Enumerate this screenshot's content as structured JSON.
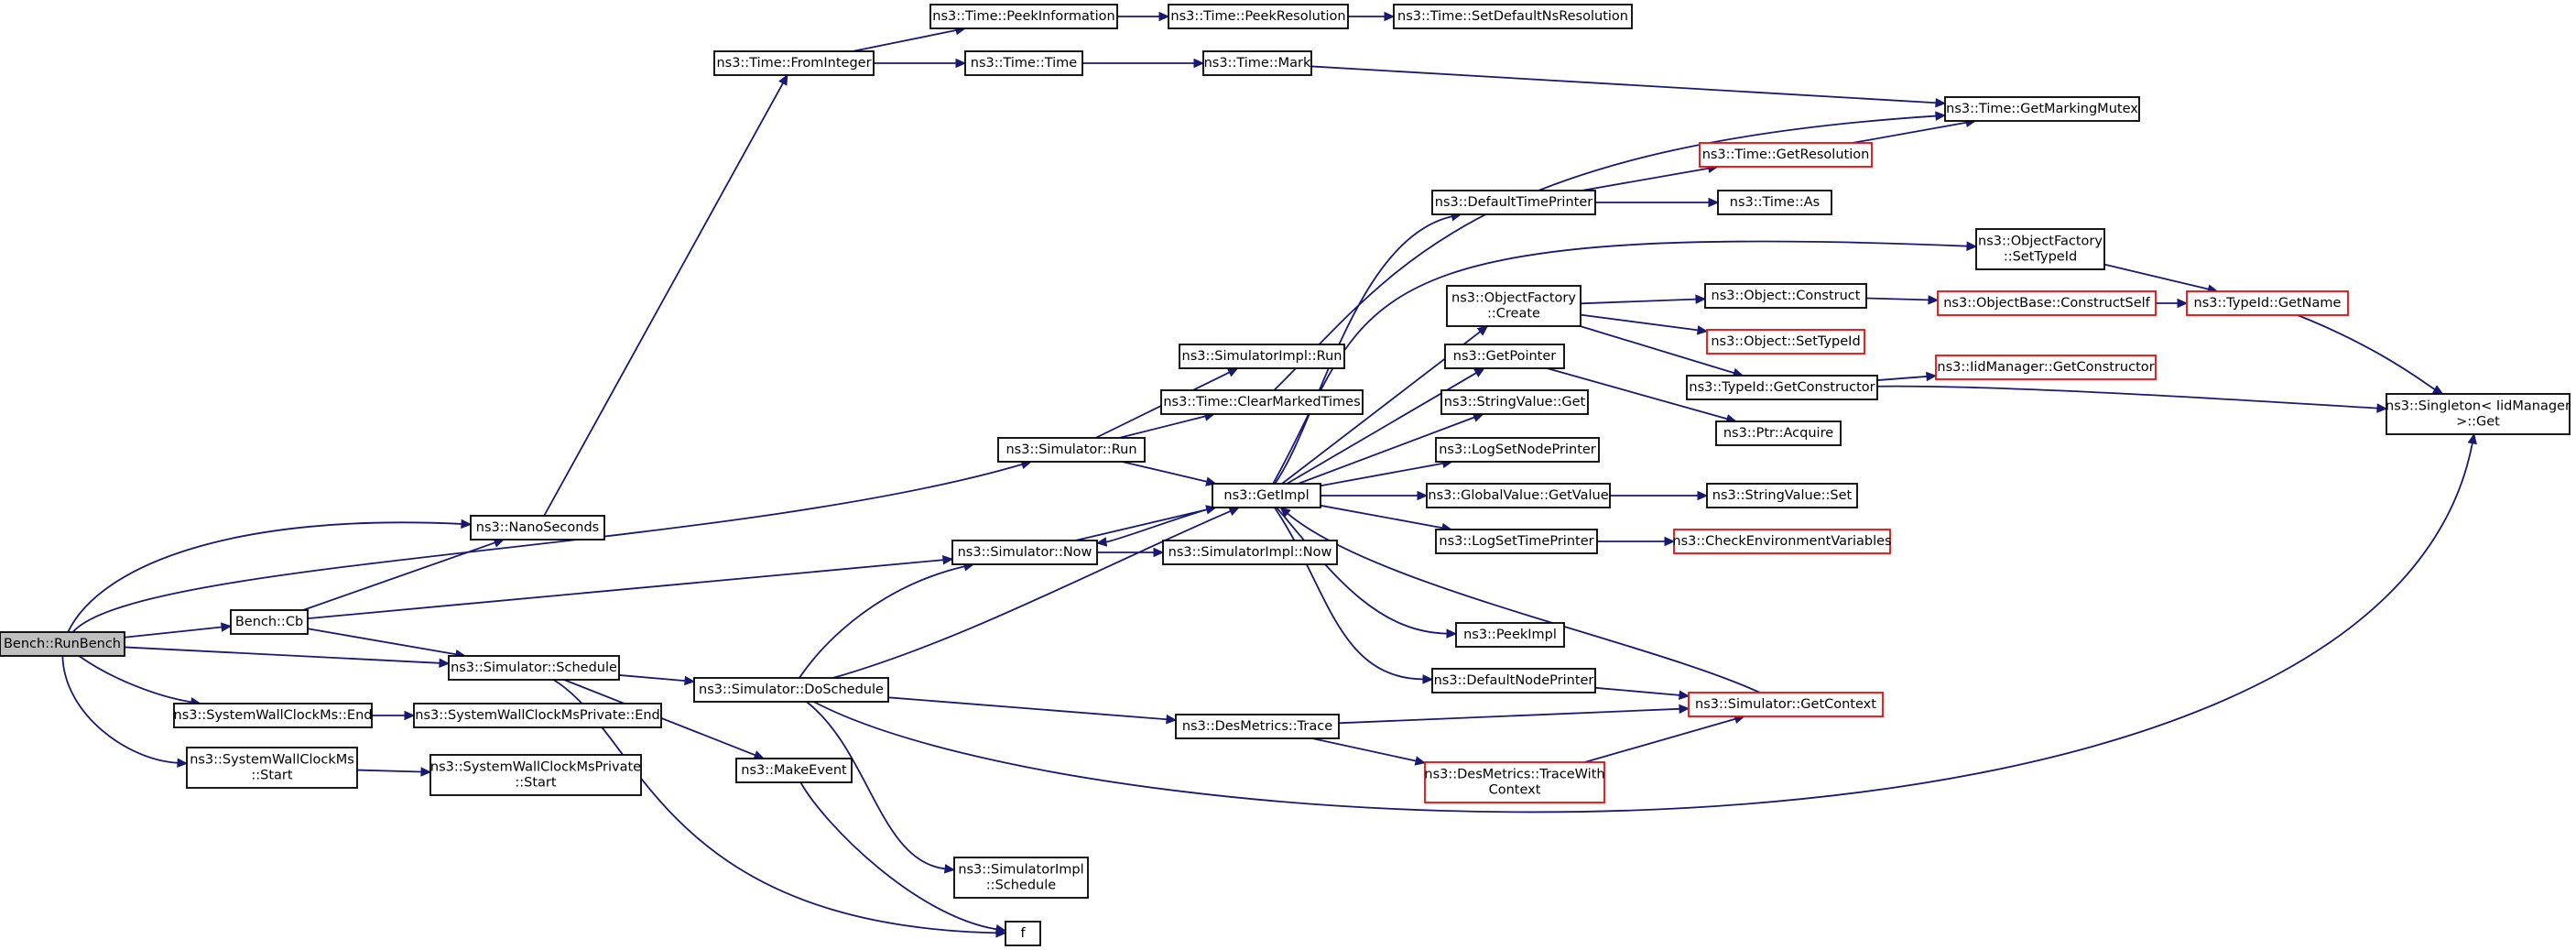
{
  "diagram": {
    "nodes": [
      {
        "id": "runbench",
        "lines": [
          "Bench::RunBench"
        ],
        "variant": "root"
      },
      {
        "id": "cb",
        "lines": [
          "Bench::Cb"
        ]
      },
      {
        "id": "nanoseconds",
        "lines": [
          "ns3::NanoSeconds"
        ]
      },
      {
        "id": "frominteger",
        "lines": [
          "ns3::Time::FromInteger"
        ]
      },
      {
        "id": "peekinformation",
        "lines": [
          "ns3::Time::PeekInformation"
        ]
      },
      {
        "id": "peekresolution",
        "lines": [
          "ns3::Time::PeekResolution"
        ]
      },
      {
        "id": "setdefaultns",
        "lines": [
          "ns3::Time::SetDefaultNsResolution"
        ]
      },
      {
        "id": "timetime",
        "lines": [
          "ns3::Time::Time"
        ]
      },
      {
        "id": "timemark",
        "lines": [
          "ns3::Time::Mark"
        ]
      },
      {
        "id": "getmarkingmutex",
        "lines": [
          "ns3::Time::GetMarkingMutex"
        ]
      },
      {
        "id": "getresolution",
        "lines": [
          "ns3::Time::GetResolution"
        ],
        "variant": "red"
      },
      {
        "id": "timeas",
        "lines": [
          "ns3::Time::As"
        ]
      },
      {
        "id": "defaulttimeprinter",
        "lines": [
          "ns3::DefaultTimePrinter"
        ]
      },
      {
        "id": "ofsettypeid",
        "lines": [
          "ns3::ObjectFactory",
          "::SetTypeId"
        ]
      },
      {
        "id": "ofcreate",
        "lines": [
          "ns3::ObjectFactory",
          "::Create"
        ]
      },
      {
        "id": "objconstruct",
        "lines": [
          "ns3::Object::Construct"
        ]
      },
      {
        "id": "constructself",
        "lines": [
          "ns3::ObjectBase::ConstructSelf"
        ],
        "variant": "red"
      },
      {
        "id": "typeidgetname",
        "lines": [
          "ns3::TypeId::GetName"
        ],
        "variant": "red"
      },
      {
        "id": "objsettypeid",
        "lines": [
          "ns3::Object::SetTypeId"
        ],
        "variant": "red"
      },
      {
        "id": "getconstructor",
        "lines": [
          "ns3::TypeId::GetConstructor"
        ]
      },
      {
        "id": "iidgetconstructor",
        "lines": [
          "ns3::IidManager::GetConstructor"
        ],
        "variant": "red"
      },
      {
        "id": "singletonget",
        "lines": [
          "ns3::Singleton< IidManager",
          " >::Get"
        ]
      },
      {
        "id": "getpointer",
        "lines": [
          "ns3::GetPointer"
        ]
      },
      {
        "id": "ptracquire",
        "lines": [
          "ns3::Ptr::Acquire"
        ]
      },
      {
        "id": "stringvalueget",
        "lines": [
          "ns3::StringValue::Get"
        ]
      },
      {
        "id": "logsetnodeprinter",
        "lines": [
          "ns3::LogSetNodePrinter"
        ]
      },
      {
        "id": "globalvaluegetvalue",
        "lines": [
          "ns3::GlobalValue::GetValue"
        ]
      },
      {
        "id": "stringvalueset",
        "lines": [
          "ns3::StringValue::Set"
        ]
      },
      {
        "id": "logsettimeprinter",
        "lines": [
          "ns3::LogSetTimePrinter"
        ]
      },
      {
        "id": "checkenv",
        "lines": [
          "ns3::CheckEnvironmentVariables"
        ],
        "variant": "red"
      },
      {
        "id": "peekimpl",
        "lines": [
          "ns3::PeekImpl"
        ]
      },
      {
        "id": "defaultnodeprinter",
        "lines": [
          "ns3::DefaultNodePrinter"
        ]
      },
      {
        "id": "simgetcontext",
        "lines": [
          "ns3::Simulator::GetContext"
        ],
        "variant": "red"
      },
      {
        "id": "getimpl",
        "lines": [
          "ns3::GetImpl"
        ]
      },
      {
        "id": "simimplrun",
        "lines": [
          "ns3::SimulatorImpl::Run"
        ]
      },
      {
        "id": "clearmarkedtimes",
        "lines": [
          "ns3::Time::ClearMarkedTimes"
        ]
      },
      {
        "id": "simrun",
        "lines": [
          "ns3::Simulator::Run"
        ]
      },
      {
        "id": "simnow",
        "lines": [
          "ns3::Simulator::Now"
        ]
      },
      {
        "id": "simimplnow",
        "lines": [
          "ns3::SimulatorImpl::Now"
        ]
      },
      {
        "id": "simschedule",
        "lines": [
          "ns3::Simulator::Schedule"
        ]
      },
      {
        "id": "simdoschedule",
        "lines": [
          "ns3::Simulator::DoSchedule"
        ]
      },
      {
        "id": "desmetricstrace",
        "lines": [
          "ns3::DesMetrics::Trace"
        ]
      },
      {
        "id": "tracewithcontext",
        "lines": [
          "ns3::DesMetrics::TraceWith",
          "Context"
        ],
        "variant": "red"
      },
      {
        "id": "makeevent",
        "lines": [
          "ns3::MakeEvent"
        ]
      },
      {
        "id": "simimplschedule",
        "lines": [
          "ns3::SimulatorImpl",
          "::Schedule"
        ]
      },
      {
        "id": "f",
        "lines": [
          "f"
        ]
      },
      {
        "id": "swcmsend",
        "lines": [
          "ns3::SystemWallClockMs::End"
        ]
      },
      {
        "id": "swcmsprivend",
        "lines": [
          "ns3::SystemWallClockMsPrivate::End"
        ]
      },
      {
        "id": "swcmsstart",
        "lines": [
          "ns3::SystemWallClockMs",
          "::Start"
        ]
      },
      {
        "id": "swcmsprivstart",
        "lines": [
          "ns3::SystemWallClockMsPrivate",
          "::Start"
        ]
      }
    ],
    "edges": [
      [
        "runbench",
        "nanoseconds"
      ],
      [
        "runbench",
        "simrun"
      ],
      [
        "runbench",
        "cb"
      ],
      [
        "runbench",
        "simschedule"
      ],
      [
        "runbench",
        "swcmsend"
      ],
      [
        "runbench",
        "swcmsstart"
      ],
      [
        "cb",
        "nanoseconds"
      ],
      [
        "cb",
        "simnow"
      ],
      [
        "cb",
        "simschedule"
      ],
      [
        "nanoseconds",
        "frominteger"
      ],
      [
        "frominteger",
        "peekinformation"
      ],
      [
        "frominteger",
        "timetime"
      ],
      [
        "peekinformation",
        "peekresolution"
      ],
      [
        "peekresolution",
        "setdefaultns"
      ],
      [
        "timetime",
        "timemark"
      ],
      [
        "timemark",
        "getmarkingmutex"
      ],
      [
        "simrun",
        "simimplrun"
      ],
      [
        "simrun",
        "clearmarkedtimes"
      ],
      [
        "simrun",
        "getimpl"
      ],
      [
        "clearmarkedtimes",
        "getmarkingmutex"
      ],
      [
        "simnow",
        "getimpl"
      ],
      [
        "simnow",
        "simimplnow"
      ],
      [
        "simschedule",
        "simdoschedule"
      ],
      [
        "simschedule",
        "makeevent"
      ],
      [
        "simschedule",
        "f"
      ],
      [
        "simdoschedule",
        "simnow"
      ],
      [
        "simdoschedule",
        "getimpl"
      ],
      [
        "simdoschedule",
        "desmetricstrace"
      ],
      [
        "simdoschedule",
        "simimplschedule"
      ],
      [
        "simdoschedule",
        "singletonget"
      ],
      [
        "makeevent",
        "f"
      ],
      [
        "desmetricstrace",
        "simgetcontext"
      ],
      [
        "desmetricstrace",
        "tracewithcontext"
      ],
      [
        "tracewithcontext",
        "simgetcontext"
      ],
      [
        "simgetcontext",
        "getimpl"
      ],
      [
        "getimpl",
        "simnow"
      ],
      [
        "getimpl",
        "defaulttimeprinter"
      ],
      [
        "getimpl",
        "ofsettypeid"
      ],
      [
        "getimpl",
        "ofcreate"
      ],
      [
        "getimpl",
        "getpointer"
      ],
      [
        "getimpl",
        "stringvalueget"
      ],
      [
        "getimpl",
        "logsetnodeprinter"
      ],
      [
        "getimpl",
        "globalvaluegetvalue"
      ],
      [
        "getimpl",
        "logsettimeprinter"
      ],
      [
        "getimpl",
        "peekimpl"
      ],
      [
        "getimpl",
        "defaultnodeprinter"
      ],
      [
        "defaulttimeprinter",
        "getresolution"
      ],
      [
        "defaulttimeprinter",
        "timeas"
      ],
      [
        "getresolution",
        "getmarkingmutex"
      ],
      [
        "ofsettypeid",
        "typeidgetname"
      ],
      [
        "ofcreate",
        "objconstruct"
      ],
      [
        "ofcreate",
        "objsettypeid"
      ],
      [
        "ofcreate",
        "getconstructor"
      ],
      [
        "objconstruct",
        "constructself"
      ],
      [
        "constructself",
        "typeidgetname"
      ],
      [
        "typeidgetname",
        "singletonget"
      ],
      [
        "getconstructor",
        "iidgetconstructor"
      ],
      [
        "getconstructor",
        "singletonget"
      ],
      [
        "getpointer",
        "ptracquire"
      ],
      [
        "globalvaluegetvalue",
        "stringvalueset"
      ],
      [
        "logsettimeprinter",
        "checkenv"
      ],
      [
        "defaultnodeprinter",
        "simgetcontext"
      ],
      [
        "swcmsend",
        "swcmsprivend"
      ],
      [
        "swcmsstart",
        "swcmsprivstart"
      ]
    ]
  }
}
